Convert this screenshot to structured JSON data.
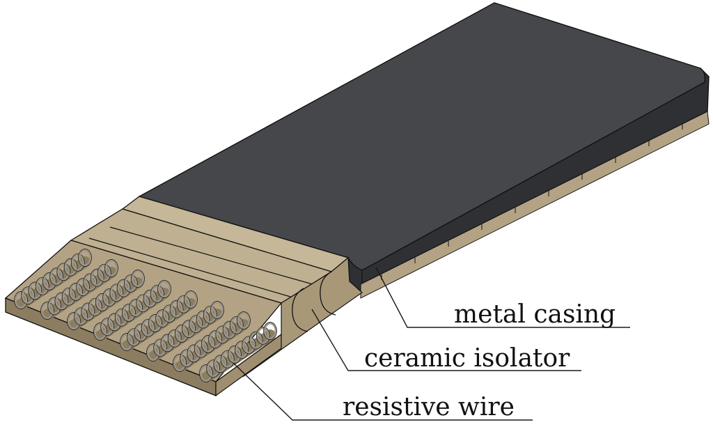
{
  "labels": {
    "casing": "metal casing",
    "isolator": "ceramic isolator",
    "wire": "resistive wire"
  },
  "colors": {
    "casing_top": "#46474b",
    "casing_side": "#2f3034",
    "ceramic": "#b3a384",
    "ceramic_light": "#c5b797",
    "ceramic_dark": "#8c7d60",
    "wire": "#9a968c",
    "outline": "#111111",
    "background": "#ffffff"
  },
  "counts": {
    "coil_rows": 8
  }
}
